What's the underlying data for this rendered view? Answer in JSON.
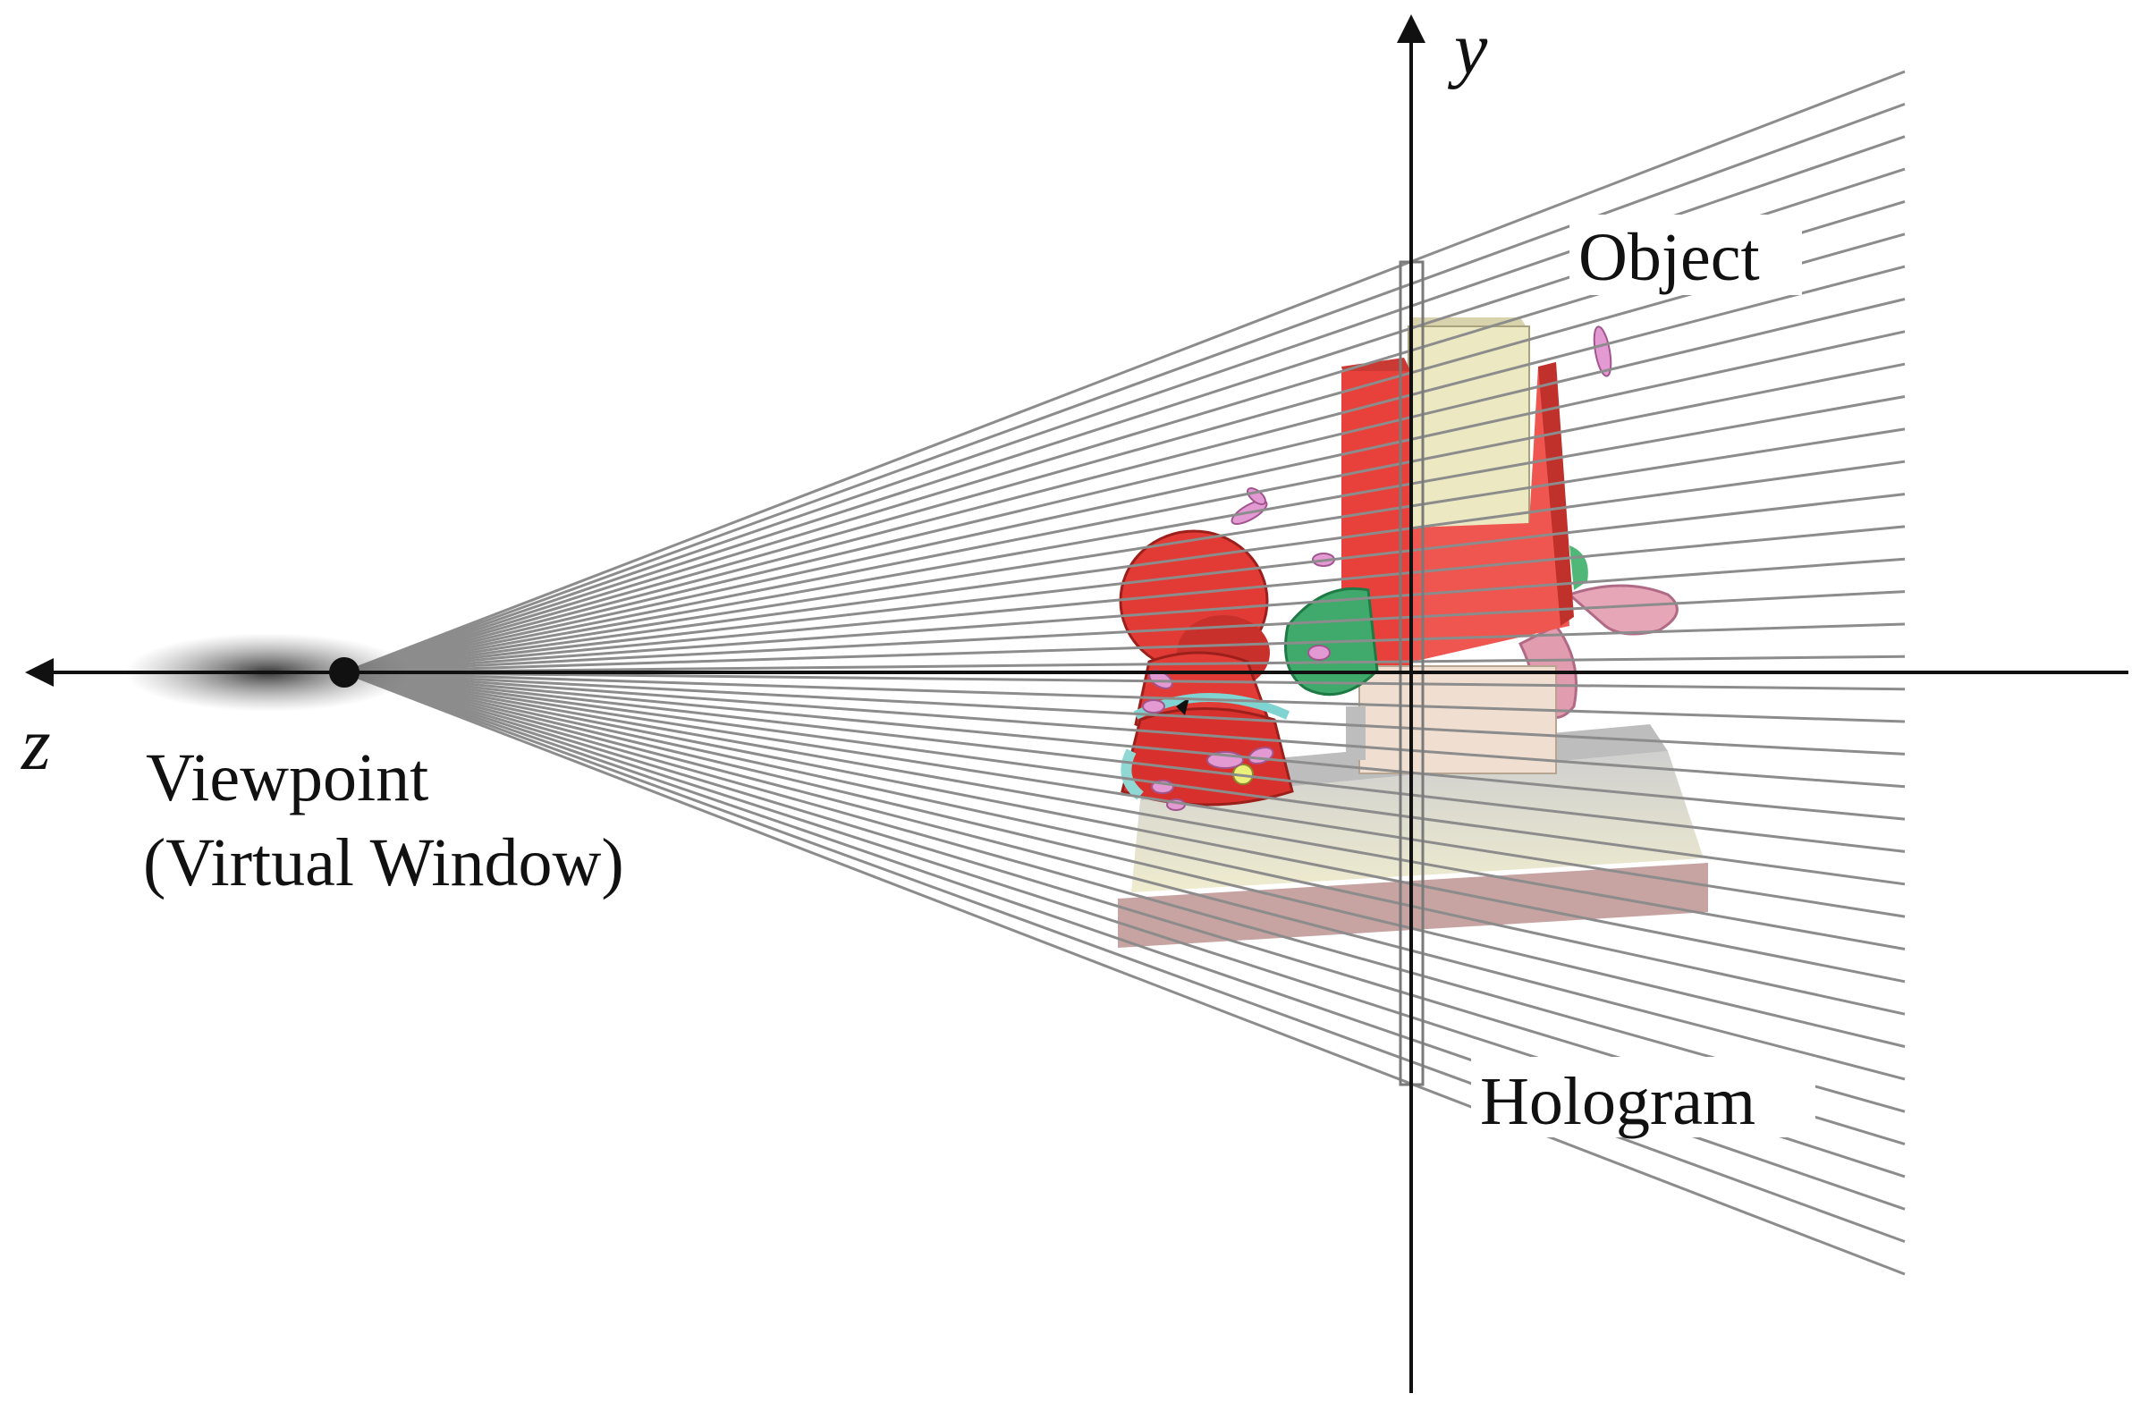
{
  "labels": {
    "axis_y": "y",
    "axis_z": "z",
    "viewpoint_line1": "Viewpoint",
    "viewpoint_line2": "(Virtual Window)",
    "object": "Object",
    "hologram": "Hologram"
  },
  "ray_count": 38,
  "colors": {
    "axis": "#111111",
    "ray": "#8c8c8c",
    "house_red": "#e8413c",
    "house_cream": "#ece8c2",
    "base_top": "#e9e6c9",
    "base_side": "#c9a5a3",
    "doll_red": "#e23b36",
    "leaf_green": "#3faa6b",
    "hand_pink": "#e7a6b8",
    "flower_pink": "#e39ad3"
  }
}
